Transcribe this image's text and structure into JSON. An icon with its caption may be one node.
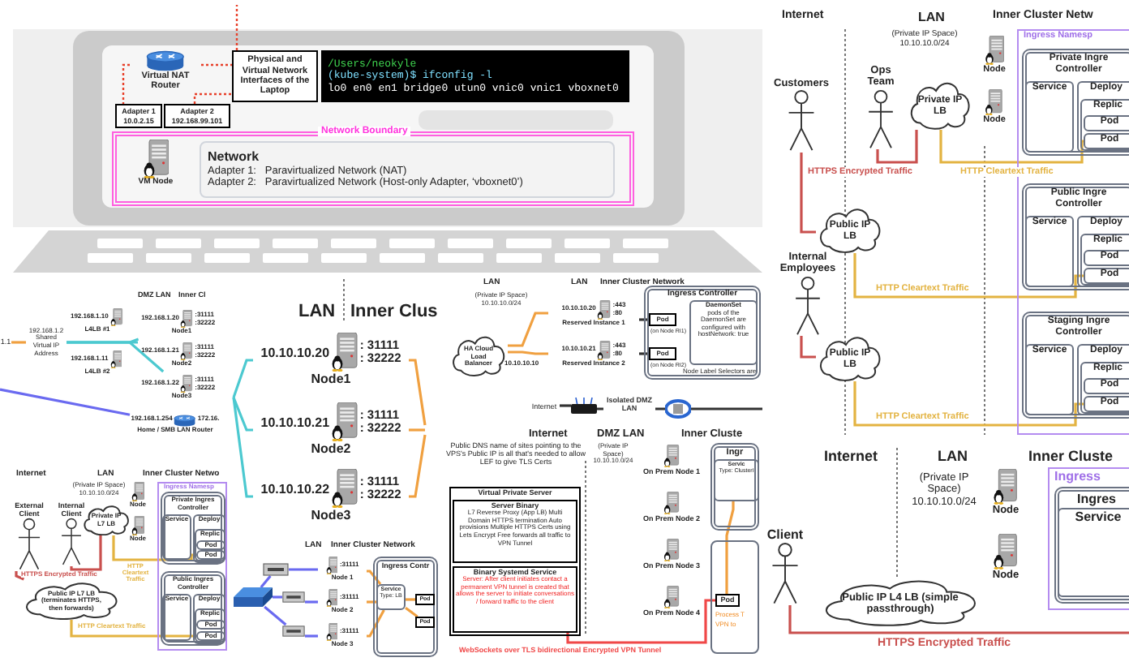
{
  "diagram": {
    "nodes": [
      {
        "text": [
          "Virtual NAT Router"
        ]
      },
      {
        "text": [
          "Physical and Virtual Network Interfaces of the Laptop"
        ]
      },
      {
        "text": [
          "/Users/neokyle",
          "(kube-system)$ ifconfig -l",
          "lo0 en0 en1 bridge0 utun0 vnic0 vnic1 vboxnet0"
        ]
      },
      {
        "text": [
          "Adapter 1",
          "10.0.2.15"
        ]
      },
      {
        "text": [
          "Adapter 2",
          "192.168.99.101"
        ]
      },
      {
        "text": [
          "Network Boundary"
        ]
      },
      {
        "text": [
          "VM Node"
        ],
        "in": 5
      },
      {
        "text": [
          "Network",
          "Adapter 1:   Paravirtualized Network (NAT)",
          "Adapter 2:   Paravirtualized Network (Host-only Adapter, ‘vboxnet0’)"
        ],
        "in": 5
      },
      {
        "text": [
          "Customers"
        ]
      },
      {
        "text": [
          "Ops Team"
        ]
      },
      {
        "text": [
          "Private IP LB"
        ]
      },
      {
        "text": [
          "Node"
        ]
      },
      {
        "text": [
          "Node"
        ]
      },
      {
        "text": [
          "Ingress Namesp"
        ]
      },
      {
        "text": [
          "Private Ingre Controller"
        ],
        "in": 13
      },
      {
        "text": [
          "Service"
        ],
        "in": 14
      },
      {
        "text": [
          "Deploy"
        ],
        "in": 14
      },
      {
        "text": [
          "Replic"
        ],
        "in": 16
      },
      {
        "text": [
          "Pod"
        ],
        "in": 17
      },
      {
        "text": [
          "Pod"
        ],
        "in": 17
      },
      {
        "text": [
          "Public Ingre Controller"
        ],
        "in": 13
      },
      {
        "text": [
          "Service"
        ],
        "in": 20
      },
      {
        "text": [
          "Deploy"
        ],
        "in": 20
      },
      {
        "text": [
          "Replic"
        ],
        "in": 22
      },
      {
        "text": [
          "Pod"
        ],
        "in": 23
      },
      {
        "text": [
          "Pod"
        ],
        "in": 23
      },
      {
        "text": [
          "Staging Ingre Controller"
        ],
        "in": 13
      },
      {
        "text": [
          "Service"
        ],
        "in": 26
      },
      {
        "text": [
          "Deploy"
        ],
        "in": 26
      },
      {
        "text": [
          "Replic"
        ],
        "in": 28
      },
      {
        "text": [
          "Pod"
        ],
        "in": 29
      },
      {
        "text": [
          "Pod"
        ],
        "in": 29
      },
      {
        "text": [
          "Public IP LB"
        ]
      },
      {
        "text": [
          "Internal Employees"
        ]
      },
      {
        "text": [
          "Public IP LB"
        ]
      },
      {
        "text": [
          "192.168.1.2 Shared Virtual IP Address"
        ]
      },
      {
        "text": [
          "L4LB #1"
        ],
        "beside": [
          "192.168.1.10"
        ]
      },
      {
        "text": [
          "L4LB #2"
        ],
        "beside": [
          "192.168.1.11"
        ]
      },
      {
        "text": [
          "Node1"
        ],
        "beside": [
          "192.168.1.20",
          ":31111 :32222"
        ]
      },
      {
        "text": [
          "Node2"
        ],
        "beside": [
          "192.168.1.21",
          ":31111 :32222"
        ]
      },
      {
        "text": [
          "Node3"
        ],
        "beside": [
          "192.168.1.22",
          ":31111 :32222"
        ]
      },
      {
        "text": [
          "Home / SMB LAN Router"
        ],
        "beside": [
          "192.168.1.254",
          "172.16."
        ]
      },
      {
        "text": [
          "Node1"
        ],
        "beside": [
          "10.10.10.20",
          ": 31111",
          ": 32222"
        ]
      },
      {
        "text": [
          "Node2"
        ],
        "beside": [
          "10.10.10.21",
          ": 31111",
          ": 32222"
        ]
      },
      {
        "text": [
          "Node3"
        ],
        "beside": [
          "10.10.10.22",
          ": 31111",
          ": 32222"
        ]
      },
      {
        "text": [
          "HA Cloud Load Balancer"
        ]
      },
      {
        "text": [
          "Reserved Instance 1"
        ],
        "beside": [
          "10.10.10.20",
          ":443",
          ":80"
        ]
      },
      {
        "text": [
          "Reserved Instance 2"
        ],
        "beside": [
          "10.10.10.21",
          ":443",
          ":80"
        ]
      },
      {
        "text": [
          "Ingress Controller"
        ]
      },
      {
        "text": [
          "DaemonSet",
          "pods of the DaemonSet are configured with hostNetwork: true"
        ],
        "in": 48
      },
      {
        "text": [
          "Pod"
        ],
        "in": 48,
        "beside": [
          "(on Node RI1)"
        ]
      },
      {
        "text": [
          "Pod"
        ],
        "in": 48,
        "beside": [
          "(on Node RI2)"
        ]
      },
      {
        "text": [
          "Internet"
        ]
      },
      {
        "text": [],
        "shape": "picture"
      },
      {
        "text": [],
        "shape": "picture"
      },
      {
        "text": [
          "Virtual Private Server"
        ]
      },
      {
        "text": [
          "Server Binary",
          "L7 Reverse Proxy (App LB) Multi Domain HTTPS termination Auto provisions Multiple HTTPS Certs using Lets Encrypt Free forwards all traffic to VPN Tunnel"
        ],
        "in": 55
      },
      {
        "text": [
          "Binary Systemd Service",
          "Server: After client initiates contact a permanent VPN tunnel is created that allows the server to initiate conversations / forward traffic to the client"
        ],
        "in": 55
      },
      {
        "text": [
          "On Prem Node 1"
        ]
      },
      {
        "text": [
          "On Prem Node 2"
        ]
      },
      {
        "text": [
          "On Prem Node 3"
        ]
      },
      {
        "text": [
          "On Prem Node 4"
        ]
      },
      {
        "text": [
          "Ingr"
        ]
      },
      {
        "text": [
          "Servic",
          "Type: ClusterI"
        ],
        "in": 62
      },
      {
        "text": [],
        "shape": "box"
      },
      {
        "text": [
          "Pod"
        ],
        "in": 64,
        "beside": [
          "Process T",
          "VPN to"
        ]
      },
      {
        "text": [
          "External Client"
        ]
      },
      {
        "text": [
          "Internal Client"
        ]
      },
      {
        "text": [
          "Private IP L7 LB"
        ]
      },
      {
        "text": [
          "Node"
        ]
      },
      {
        "text": [
          "Node"
        ]
      },
      {
        "text": [
          "Ingress Namesp"
        ]
      },
      {
        "text": [
          "Private Ingres Controller"
        ],
        "in": 71
      },
      {
        "text": [
          "Service"
        ],
        "in": 72
      },
      {
        "text": [
          "Deploy"
        ],
        "in": 72
      },
      {
        "text": [
          "Replic"
        ],
        "in": 74
      },
      {
        "text": [
          "Pod"
        ],
        "in": 75
      },
      {
        "text": [
          "Pod"
        ],
        "in": 75
      },
      {
        "text": [
          "Public Ingres Controller"
        ],
        "in": 71
      },
      {
        "text": [
          "Service"
        ],
        "in": 78
      },
      {
        "text": [
          "Deploy"
        ],
        "in": 78
      },
      {
        "text": [
          "Replic"
        ],
        "in": 80
      },
      {
        "text": [
          "Pod"
        ],
        "in": 81
      },
      {
        "text": [
          "Pod"
        ],
        "in": 81
      },
      {
        "text": [
          "Public IP L7 LB (terminates HTTPS, then forwards)"
        ]
      },
      {
        "text": [],
        "shape": "picture"
      },
      {
        "text": [],
        "shape": "box"
      },
      {
        "text": [],
        "shape": "box"
      },
      {
        "text": [],
        "shape": "box"
      },
      {
        "text": [
          "Node 1"
        ],
        "beside": [
          ":31111"
        ]
      },
      {
        "text": [
          "Node 2"
        ],
        "beside": [
          ":31111"
        ]
      },
      {
        "text": [
          "Node 3"
        ],
        "beside": [
          ":31111"
        ]
      },
      {
        "text": [
          "Ingress Contr"
        ]
      },
      {
        "text": [
          "Service",
          "Type: LB"
        ],
        "in": 92
      },
      {
        "text": [
          "Pod"
        ],
        "in": 92
      },
      {
        "text": [
          "Pod"
        ],
        "in": 92
      },
      {
        "text": [
          "Client"
        ]
      },
      {
        "text": [
          "Public IP L4 LB (simple passthrough)"
        ]
      },
      {
        "text": [
          "Node"
        ]
      },
      {
        "text": [
          "Node"
        ]
      },
      {
        "text": [
          "Ingress"
        ]
      },
      {
        "text": [
          "Ingres"
        ],
        "in": 100
      },
      {
        "text": [
          "Service"
        ],
        "in": 101
      },
      {
        "text": [
          "1.1"
        ]
      }
    ],
    "edges": [
      {
        "from": 0,
        "to": 3,
        "arrow": "none",
        "style": "dashed",
        "color": "#e8402a"
      },
      {
        "from": 0,
        "to": 1,
        "arrow": "none",
        "style": "dashed",
        "color": "#e8402a"
      },
      {
        "from": 4,
        "to": 1,
        "arrow": "none",
        "style": "dashed",
        "color": "#e8402a"
      },
      {
        "from": 1,
        "to": null,
        "arrow": "none",
        "style": "dashed",
        "color": "#e8402a"
      },
      {
        "from": 9,
        "to": 10,
        "arrow": "none",
        "label": "HTTPS Encrypted Traffic",
        "color": "#c9504e"
      },
      {
        "from": 10,
        "to": 19,
        "arrow": "none",
        "label": "HTTP Cleartext Traffic",
        "color": "#e3b341"
      },
      {
        "from": 8,
        "to": 32,
        "arrow": "none",
        "color": "#c9504e"
      },
      {
        "from": 32,
        "to": 25,
        "arrow": "none",
        "label": "HTTP Cleartext Traffic",
        "color": "#e3b341"
      },
      {
        "from": 33,
        "to": 34,
        "arrow": "none",
        "color": "#c9504e"
      },
      {
        "from": 34,
        "to": 31,
        "arrow": "none",
        "label": "HTTP Cleartext Traffic",
        "color": "#e3b341"
      },
      {
        "from": 103,
        "to": 35,
        "arrow": "none"
      },
      {
        "from": 35,
        "to": 38,
        "arrow": "none",
        "color": "#4cc9d0"
      },
      {
        "from": 35,
        "to": 39,
        "arrow": "none",
        "color": "#4cc9d0"
      },
      {
        "from": 35,
        "to": 40,
        "arrow": "none",
        "color": "#4cc9d0"
      },
      {
        "from": null,
        "to": 41,
        "arrow": "none",
        "color": "#6a6af0"
      },
      {
        "from": null,
        "to": 42,
        "arrow": "none",
        "color": "#4cc9d0"
      },
      {
        "from": null,
        "to": 43,
        "arrow": "none",
        "color": "#4cc9d0"
      },
      {
        "from": null,
        "to": 44,
        "arrow": "none",
        "color": "#4cc9d0"
      },
      {
        "from": 42,
        "to": null,
        "arrow": "none"
      },
      {
        "from": 43,
        "to": null,
        "arrow": "none"
      },
      {
        "from": 44,
        "to": null,
        "arrow": "none"
      },
      {
        "from": 45,
        "to": 46,
        "arrow": "none"
      },
      {
        "from": 45,
        "to": 47,
        "arrow": "none"
      },
      {
        "from": 46,
        "to": 50,
        "arrow": "none",
        "color": "#333333"
      },
      {
        "from": 47,
        "to": 51,
        "arrow": "none",
        "color": "#333333"
      },
      {
        "from": 52,
        "to": 53,
        "arrow": "none",
        "color": "#333333"
      },
      {
        "from": 53,
        "to": 54,
        "arrow": "none",
        "label": "Isolated DMZ LAN",
        "color": "#333333"
      },
      {
        "from": 54,
        "to": null,
        "arrow": "none",
        "color": "#333333"
      },
      {
        "from": 57,
        "to": 65,
        "arrow": "none",
        "label": "WebSockets over TLS bidirectional Encrypted VPN Tunnel",
        "color": "#f04848"
      },
      {
        "from": 65,
        "to": 63,
        "arrow": "none"
      },
      {
        "from": 66,
        "to": 84,
        "arrow": "none",
        "label": "HTTPS Encrypted Traffic",
        "color": "#c9504e"
      },
      {
        "from": 67,
        "to": 68,
        "arrow": "none",
        "color": "#c9504e"
      },
      {
        "from": 68,
        "to": 77,
        "arrow": "none",
        "label": "HTTP Cleartext Traffic",
        "color": "#e3b341"
      },
      {
        "from": 84,
        "to": 83,
        "arrow": "none",
        "label": "HTTP Cleartext Traffic",
        "color": "#e3b341"
      },
      {
        "from": 85,
        "to": 86,
        "arrow": "none",
        "color": "#6a6af0"
      },
      {
        "from": 85,
        "to": 87,
        "arrow": "none",
        "color": "#6a6af0"
      },
      {
        "from": 85,
        "to": 88,
        "arrow": "none",
        "color": "#6a6af0"
      },
      {
        "from": 86,
        "to": 89,
        "arrow": "none",
        "color": "#6a6af0"
      },
      {
        "from": 87,
        "to": 90,
        "arrow": "none",
        "color": "#6a6af0"
      },
      {
        "from": 88,
        "to": 91,
        "arrow": "none",
        "color": "#6a6af0"
      },
      {
        "from": 89,
        "to": 93,
        "arrow": "none"
      },
      {
        "from": 90,
        "to": 93,
        "arrow": "none"
      },
      {
        "from": 91,
        "to": 93,
        "arrow": "none"
      },
      {
        "from": 93,
        "to": 94,
        "arrow": "none"
      },
      {
        "from": 93,
        "to": 95,
        "arrow": "none"
      },
      {
        "from": 96,
        "to": null,
        "arrow": "none",
        "label": "HTTPS Encrypted Traffic",
        "color": "#c9504e"
      }
    ],
    "labels": [
      "Internet",
      "LAN",
      "(Private IP Space) 10.10.10.0/24",
      "Inner Cluster Netw",
      "DMZ LAN",
      "Inner Cl",
      "LAN",
      "Inner Clus",
      "LAN",
      "(Private IP Space) 10.10.10.0/24",
      "LAN",
      "Inner Cluster Network",
      "10.10.10.10",
      "Node Label Selectors are",
      "Internet",
      "DMZ LAN",
      "Inner Cluste",
      "Public DNS name of sites pointing to the VPS's Public IP is all that's needed to allow LEF to give TLS Certs",
      "(Private IP Space) 10.10.10.0/24",
      "Internet",
      "LAN",
      "(Private IP Space) 10.10.10.0/24",
      "Inner Cluster Netwo",
      "LAN",
      "Inner Cluster Network",
      "Internet",
      "LAN",
      "(Private IP Space) 10.10.10.0/24",
      "Inner Cluste"
    ]
  }
}
